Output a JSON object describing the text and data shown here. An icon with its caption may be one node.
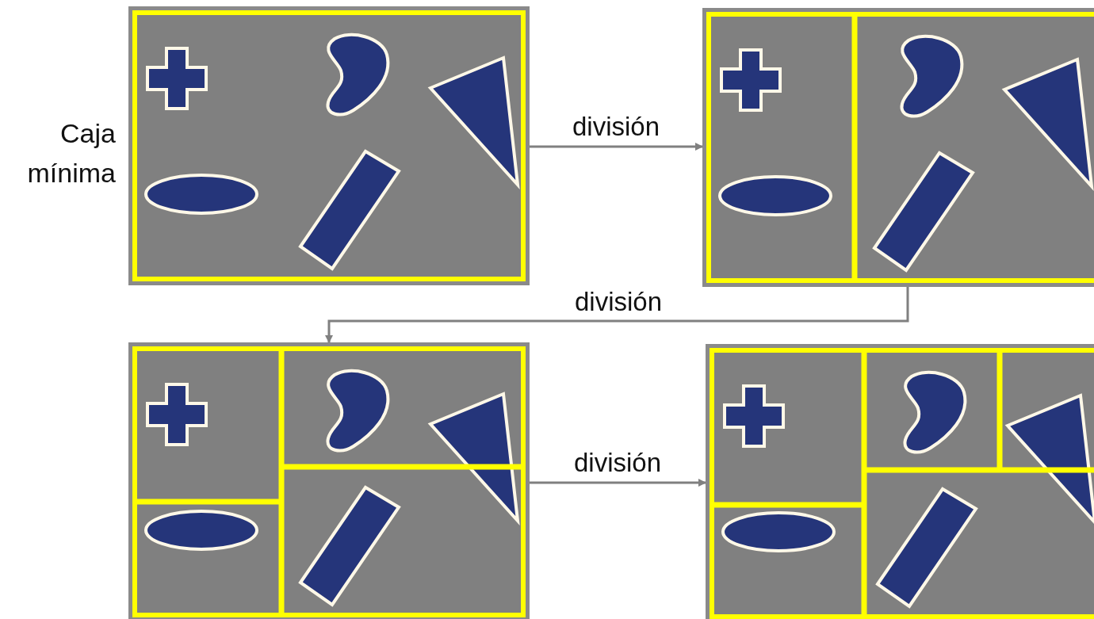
{
  "diagram": {
    "nodes": [
      {
        "text": [],
        "shape": "picture",
        "beside": [
          "Caja mínima"
        ]
      },
      {
        "text": [],
        "shape": "picture"
      },
      {
        "text": [],
        "shape": "picture"
      },
      {
        "text": [],
        "shape": "picture"
      }
    ],
    "edges": [
      {
        "from": 0,
        "to": 1,
        "arrow": "to",
        "label": "división"
      },
      {
        "from": 1,
        "to": 2,
        "arrow": "to",
        "label": "división"
      },
      {
        "from": 2,
        "to": 3,
        "arrow": "to",
        "label": "división"
      }
    ]
  }
}
